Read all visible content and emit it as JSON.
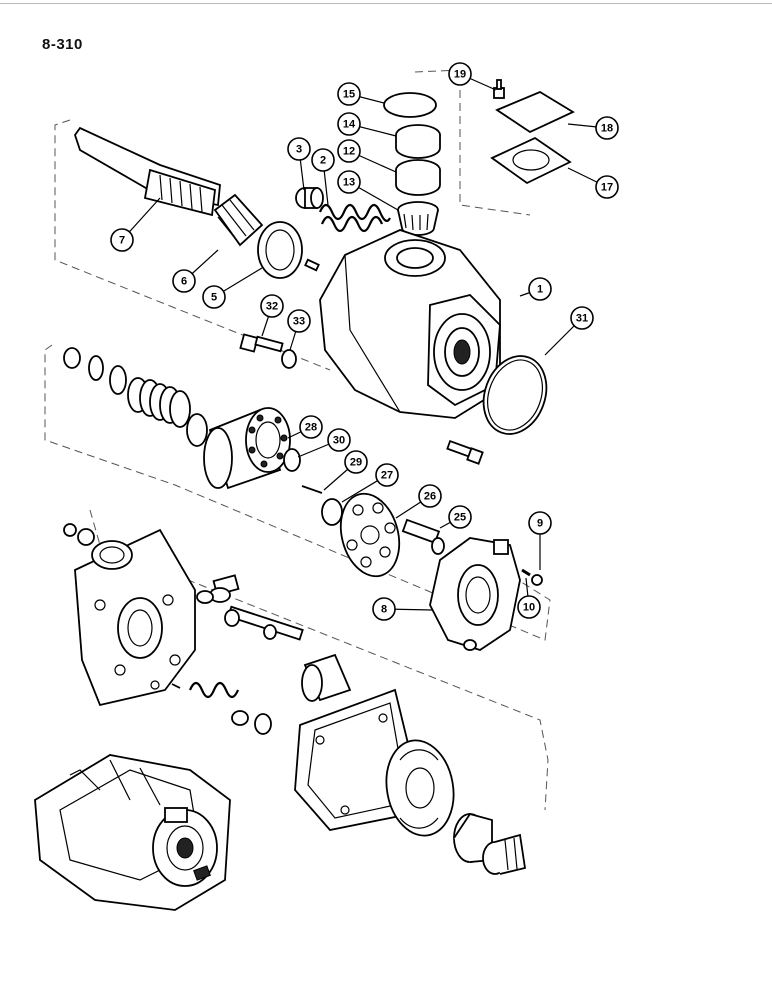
{
  "page": {
    "number": "8-310"
  },
  "callouts": [
    {
      "id": "c1",
      "label": "1"
    },
    {
      "id": "c2",
      "label": "2"
    },
    {
      "id": "c3",
      "label": "3"
    },
    {
      "id": "c5",
      "label": "5"
    },
    {
      "id": "c6",
      "label": "6"
    },
    {
      "id": "c7",
      "label": "7"
    },
    {
      "id": "c8",
      "label": "8"
    },
    {
      "id": "c9",
      "label": "9"
    },
    {
      "id": "c10",
      "label": "10"
    },
    {
      "id": "c12",
      "label": "12"
    },
    {
      "id": "c13",
      "label": "13"
    },
    {
      "id": "c14",
      "label": "14"
    },
    {
      "id": "c15",
      "label": "15"
    },
    {
      "id": "c17",
      "label": "17"
    },
    {
      "id": "c18",
      "label": "18"
    },
    {
      "id": "c19",
      "label": "19"
    },
    {
      "id": "c25",
      "label": "25"
    },
    {
      "id": "c26",
      "label": "26"
    },
    {
      "id": "c27",
      "label": "27"
    },
    {
      "id": "c28",
      "label": "28"
    },
    {
      "id": "c29",
      "label": "29"
    },
    {
      "id": "c30",
      "label": "30"
    },
    {
      "id": "c31",
      "label": "31"
    },
    {
      "id": "c32",
      "label": "32"
    },
    {
      "id": "c33",
      "label": "33"
    }
  ]
}
